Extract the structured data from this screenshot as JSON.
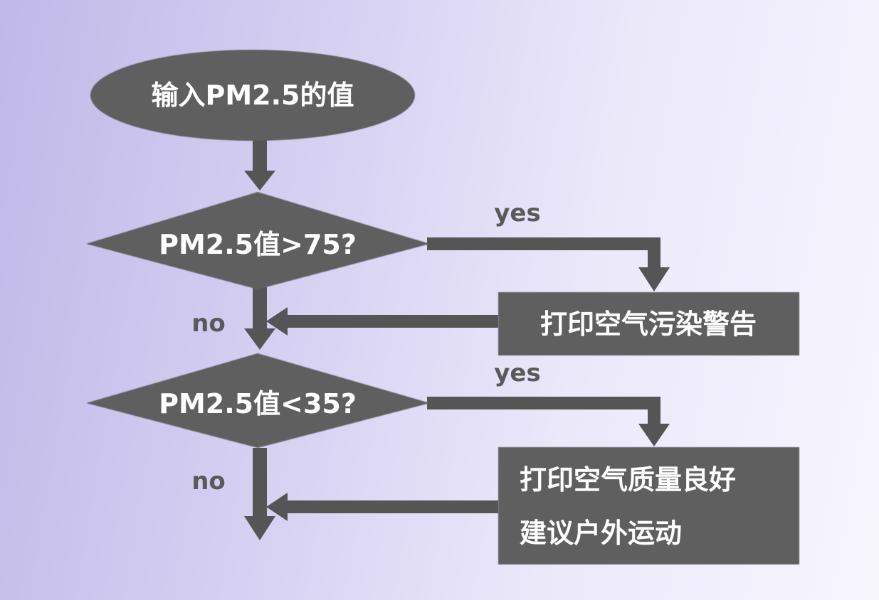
{
  "flowchart": {
    "start": {
      "label": "输入PM2.5的值"
    },
    "decision_high": {
      "label": "PM2.5值>75?"
    },
    "decision_low": {
      "label": "PM2.5值<35?"
    },
    "action_pollution": {
      "label": "打印空气污染警告"
    },
    "action_good": {
      "line1": "打印空气质量良好",
      "line2": "建议户外运动"
    },
    "labels": {
      "yes_high": "yes",
      "no_high": "no",
      "yes_low": "yes",
      "no_low": "no"
    }
  },
  "colors": {
    "shape_fill": "#5f5f5f",
    "arrow": "#555555",
    "text": "#ffffff",
    "label_text": "#5a5a5a"
  }
}
